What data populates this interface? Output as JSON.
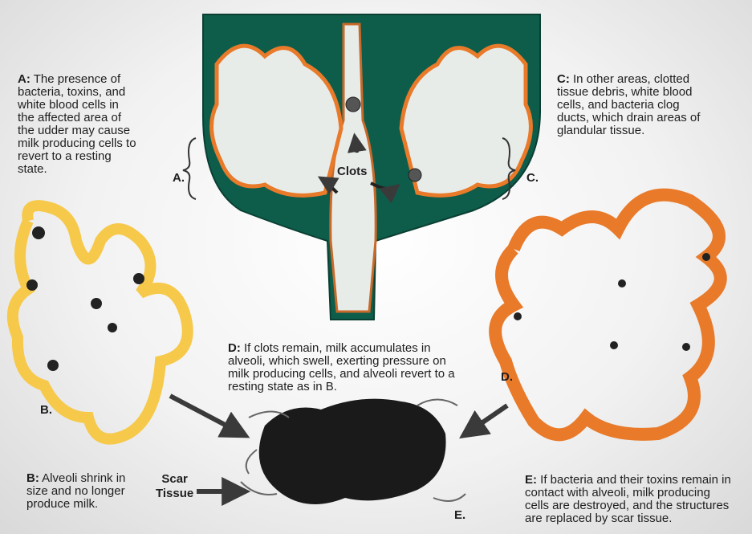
{
  "notes": {
    "a": {
      "key": "A:",
      "text": "The presence of bacteria, toxins, and white blood cells in the affected area of the udder may cause milk producing cells to revert to a resting state."
    },
    "b": {
      "key": "B:",
      "text": "Alveoli shrink in size and no longer produce milk."
    },
    "c": {
      "key": "C:",
      "text": "In other areas, clotted tissue debris, white blood cells, and bacteria clog ducts, which drain areas of glandular tissue."
    },
    "d": {
      "key": "D:",
      "text": "If clots remain, milk accumulates in alveoli, which swell, exerting pressure on milk producing cells, and alveoli revert to a resting state as in B."
    },
    "e": {
      "key": "E:",
      "text": "If bacteria and their toxins remain in contact with alveoli, milk producing cells are destroyed, and the structures are replaced by scar tissue."
    }
  },
  "markers": {
    "a": "A.",
    "b": "B.",
    "c": "C.",
    "d": "D.",
    "e": "E."
  },
  "labels": {
    "clots": "Clots",
    "scar_line1": "Scar",
    "scar_line2": "Tissue"
  },
  "colors": {
    "udder": "#0d5d4a",
    "duct_orange": "#e87a2a",
    "alveoli_yellow": "#f6c94a",
    "scar": "#1a1a1a",
    "arrow": "#3a3a3a"
  }
}
